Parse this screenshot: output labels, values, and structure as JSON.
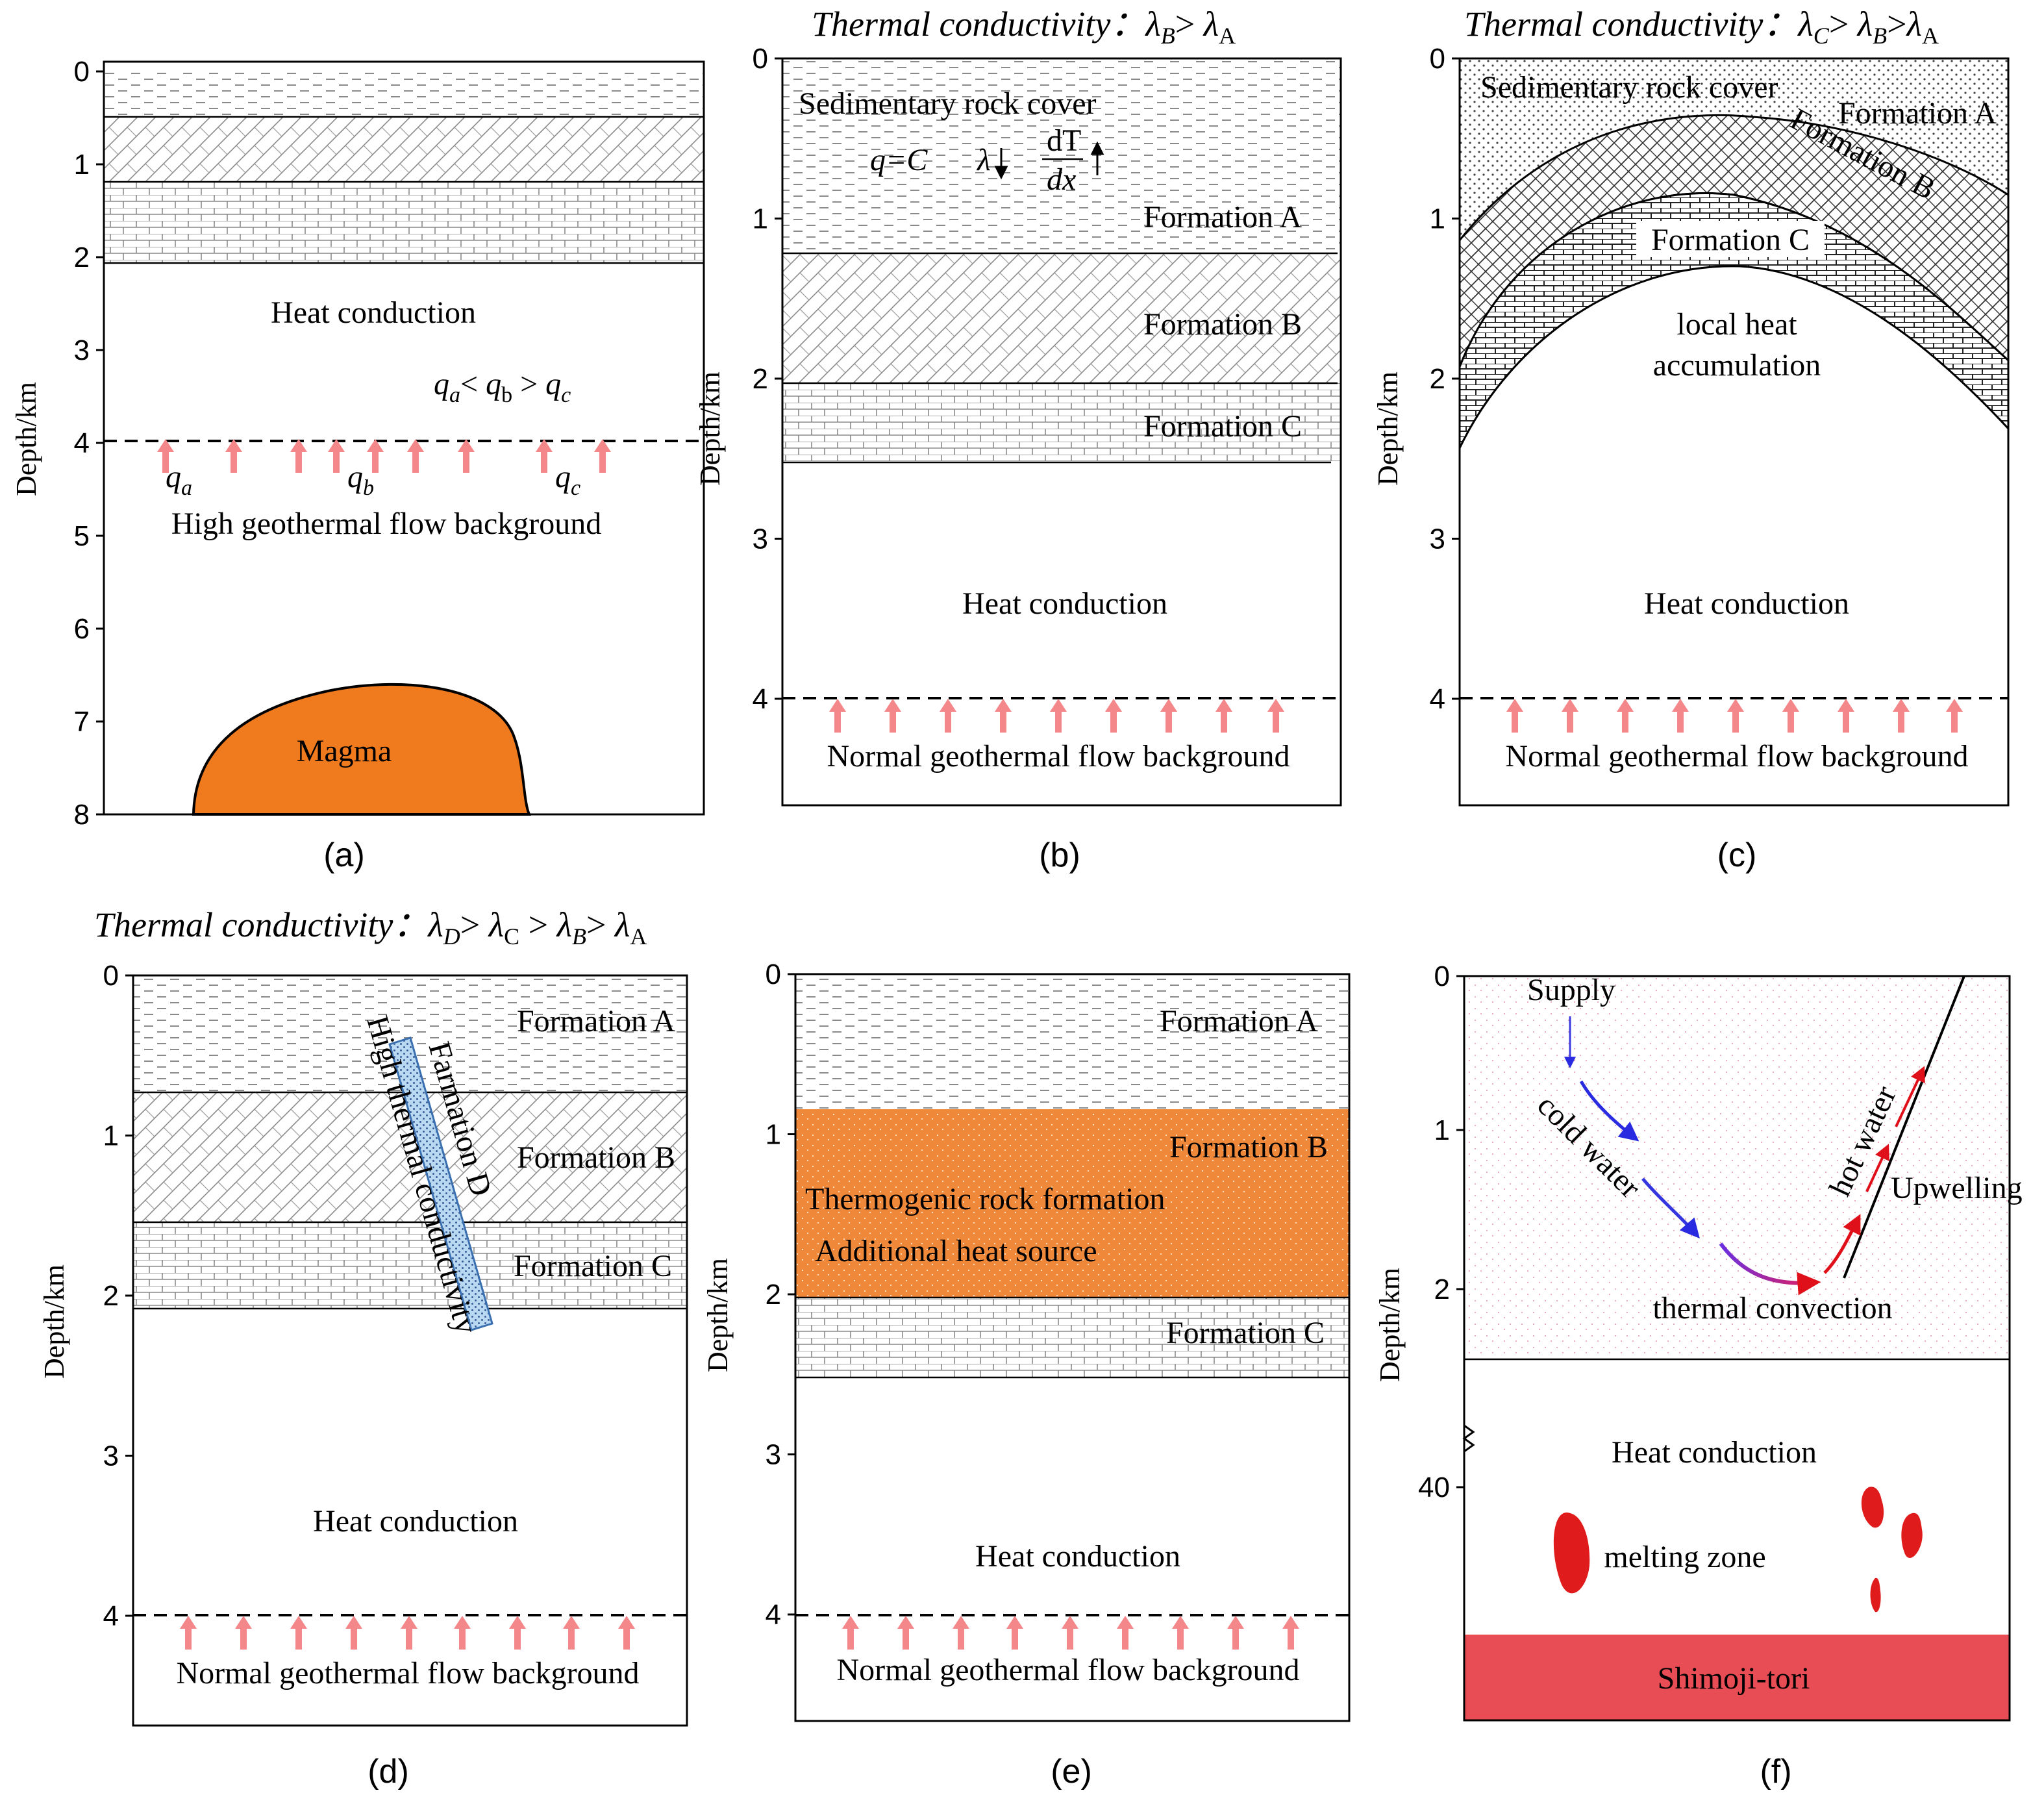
{
  "colors": {
    "magma": "#f07a1e",
    "arrow": "#f4878a",
    "thermogenic": "#f0883a",
    "shimoji": "#e84c54",
    "melt": "#e01b1b",
    "dyke": "#b9d8f2"
  },
  "axis_label": "Depth/km",
  "panel_a": {
    "caption": "(a)",
    "ticks": [
      "0",
      "1",
      "2",
      "3",
      "4",
      "5",
      "6",
      "7",
      "8"
    ],
    "heat_conduction": "Heat conduction",
    "relation": {
      "qa": "q",
      "a": "a",
      "lt": "< ",
      "qb": "q",
      "b": "b",
      "gt": " > ",
      "qc": "q",
      "c": "c"
    },
    "arrow_labels": {
      "qa": "q",
      "qa_sub": "a",
      "qb": "q",
      "qb_sub": "b",
      "qc": "q",
      "qc_sub": "c"
    },
    "background": "High geothermal flow background",
    "magma": "Magma"
  },
  "panel_b": {
    "caption": "(b)",
    "title_text": "Thermal conductivity：",
    "title_lb": "λ",
    "title_lb_sub": "B",
    "title_gt": "> ",
    "title_la": "λ",
    "title_la_sub": "A",
    "ticks": [
      "0",
      "1",
      "2",
      "3",
      "4"
    ],
    "cover": "Sedimentary rock cover",
    "eq_q": "q=C",
    "eq_lambda": "λ",
    "eq_num": "dT",
    "eq_den": "dx",
    "formation_a": "Formation A",
    "formation_b": "Formation B",
    "formation_c": "Formation C",
    "heat_conduction": "Heat conduction",
    "background": "Normal geothermal flow background"
  },
  "panel_c": {
    "caption": "(c)",
    "title_text": "Thermal conductivity：",
    "title_lc": "λ",
    "title_lc_sub": "C",
    "title_gt1": "> ",
    "title_lb": "λ",
    "title_lb_sub": "B",
    "title_gt2": ">",
    "title_la": "λ",
    "title_la_sub": "A",
    "ticks": [
      "0",
      "1",
      "2",
      "3",
      "4"
    ],
    "cover": "Sedimentary rock cover",
    "formation_a": "Formation A",
    "formation_b": "Formation B",
    "formation_c": "Formation C",
    "local1": "local heat",
    "local2": "accumulation",
    "heat_conduction": "Heat conduction",
    "background": "Normal geothermal flow background"
  },
  "panel_d": {
    "caption": "(d)",
    "title_text": "Thermal conductivity：",
    "title_ld": "λ",
    "title_ld_sub": "D",
    "title_gt1": "> ",
    "title_lc": "λ",
    "title_lc_sub": "C",
    "title_gt2": " > ",
    "title_lb": "λ",
    "title_lb_sub": "B",
    "title_gt3": "> ",
    "title_la": "λ",
    "title_la_sub": "A",
    "ticks": [
      "0",
      "1",
      "2",
      "3",
      "4"
    ],
    "formation_a": "Formation A",
    "formation_b": "Formation B",
    "formation_c": "Formation C",
    "dyke_label1": "Farmation D",
    "dyke_label2": "High thermal conductivity",
    "heat_conduction": "Heat conduction",
    "background": "Normal geothermal flow background"
  },
  "panel_e": {
    "caption": "(e)",
    "ticks": [
      "0",
      "1",
      "2",
      "3",
      "4"
    ],
    "formation_a": "Formation A",
    "formation_b": "Formation B",
    "thermogenic": "Thermogenic rock formation",
    "additional": "Additional heat source",
    "formation_c": "Formation C",
    "heat_conduction": "Heat conduction",
    "background": "Normal geothermal flow background"
  },
  "panel_f": {
    "caption": "(f)",
    "ticks": [
      "0",
      "1",
      "2",
      "40"
    ],
    "supply": "Supply",
    "cold_water": "cold water",
    "hot_water": "hot water",
    "upwelling": "Upwelling",
    "convection": "thermal convection",
    "heat_conduction": "Heat conduction",
    "melting_zone": "melting zone",
    "shimoji": "Shimoji-tori"
  }
}
